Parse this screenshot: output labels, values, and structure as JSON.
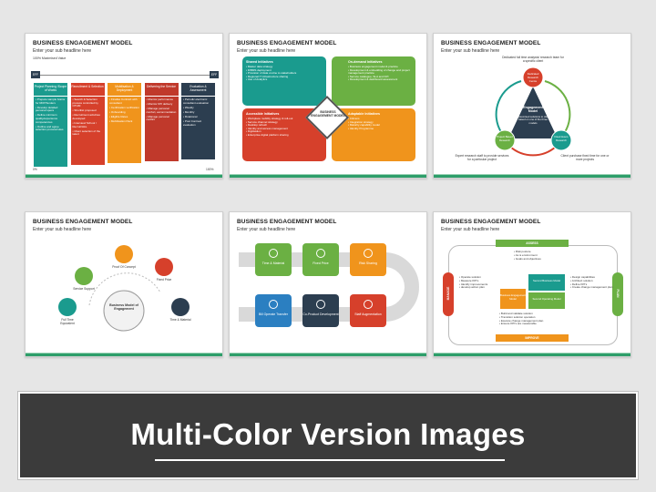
{
  "slides": [
    {
      "title": "BUSINESS ENGAGEMENT MODEL",
      "subtitle": "Enter your sub headline here",
      "max_label": "100% Maximised Value",
      "left_tag": "EFF",
      "right_tag": "EFF",
      "pct_start": "0%",
      "pct_end": "100%",
      "columns": [
        {
          "title": "Project Planning /Scope of Works",
          "color": "#1a9b8e",
          "items": [
            "Prepare sample brains for RFP/Tenders",
            "Develop detailed personal specs",
            "Define minimum quality/experience competencies",
            "Outline and agree selection process/rules"
          ]
        },
        {
          "title": "Recruitment & Selection",
          "color": "#d6402b",
          "items": [
            "Search & Selection process controlled by OTHM",
            "Shortlist proposed",
            "Recruitment activities developed",
            "Interview/ School / Recruit/Hire",
            "Client selection of the talent"
          ]
        },
        {
          "title": "Mobilisation & Deployment",
          "color": "#f0941c",
          "items": [
            "Finalise Contract with consultant",
            "Certification verification",
            "Onboarding",
            "Eligible Rates",
            "Mobilisation Pack"
          ]
        },
        {
          "title": "Delivering the Service",
          "color": "#c0392b",
          "items": [
            "Monitor performance",
            "Monitor KPI delivery",
            "Manage personal comfort, accommodation",
            "Manage personal conflict"
          ]
        },
        {
          "title": "Evaluation & Assessment",
          "color": "#2c3e50",
          "items": [
            "Periodic electronic consultant evaluation",
            "Weekly",
            "Monthly",
            "Rotational",
            "Post Contract evaluation"
          ]
        }
      ]
    },
    {
      "title": "BUSINESS ENGAGEMENT MODEL",
      "subtitle": "Enter your sub headline here",
      "center": "BUSINESS ENGAGEMENT MODEL",
      "quadrants": [
        {
          "title": "Shared Initiatives",
          "color": "#1a9b8e",
          "items": [
            "Master data strategy",
            "D/BMS deployment",
            "Provision of data on-line to stakeholders",
            "Regional IT infrastructure sharing",
            "Use of Analytics"
          ]
        },
        {
          "title": "On-demand Initiatives",
          "color": "#6bb043",
          "items": [
            "Business engagement model & practice",
            "Development & embedding of change and project management practice",
            "Service catalogue, SLA and KPI",
            "Development & dashboard assessment"
          ]
        },
        {
          "title": "Accessible Initiatives",
          "color": "#d6402b",
          "items": [
            "Workplace mobility strategy & roll-out",
            "Service channel strategy",
            "Desktop refresh",
            "Identity and access management",
            "Digitisation",
            "Enterprise digital platform sharing"
          ]
        },
        {
          "title": "Adaptable Initiatives",
          "color": "#f0941c",
          "items": [
            "Citizens",
            "Integration strategy",
            "Maturity capability model",
            "Identity Programme"
          ]
        }
      ]
    },
    {
      "title": "BUSINESS ENGAGEMENT MODEL",
      "subtitle": "Enter your sub headline here",
      "top_note": "Dedicated full time analysts/ research team for a specific client",
      "center_title": "Engagement Model",
      "center_text": "Customised solutions to client based on one of the three models",
      "nodes": [
        "Dedicated Research Centre",
        "Project Based Research",
        "Fixed Hours Research"
      ],
      "left_note": "Expert research staff to provide services for a particular project",
      "right_note": "Client purchase fixed time for one or more projects"
    },
    {
      "title": "BUSINESS ENGAGEMENT MODEL",
      "subtitle": "Enter your sub headline here",
      "center": "Business Model of Engagement",
      "nodes": [
        {
          "label": "Service Support",
          "color": "#6bb043"
        },
        {
          "label": "Proof Of Concept",
          "color": "#f0941c"
        },
        {
          "label": "Fixed Price",
          "color": "#d6402b"
        },
        {
          "label": "Full Time Equivalent",
          "color": "#1a9b8e"
        },
        {
          "label": "Time & Material",
          "color": "#2c3e50"
        }
      ]
    },
    {
      "title": "BUSINESS ENGAGEMENT MODEL",
      "subtitle": "Enter your sub headline here",
      "steps": [
        {
          "label": "Time & Material",
          "color": "#6bb043"
        },
        {
          "label": "Fixed Price",
          "color": "#6bb043"
        },
        {
          "label": "Risk Sharing",
          "color": "#f0941c"
        },
        {
          "label": "Bill Operate Transfer",
          "color": "#2b7fc1"
        },
        {
          "label": "Co-Product Development",
          "color": "#2c3e50"
        },
        {
          "label": "Staff Augmentation",
          "color": "#d6402b"
        }
      ]
    },
    {
      "title": "BUSINESS ENGAGEMENT MODEL",
      "subtitle": "Enter your sub headline here",
      "assess": "ASSESS",
      "improve": "IMPROVE",
      "manage": "MANAGE",
      "plan": "PLAN",
      "top_items": [
        "Risk posture",
        "As is environment",
        "Goals and objectives"
      ],
      "left_items": [
        "Operate solution",
        "Measure KPI's",
        "Identify improvements",
        "develop action plan"
      ],
      "right_items": [
        "Design capabilities",
        "Architect solution",
        "Define KPI's",
        "Create change management plan"
      ],
      "bottom_items": [
        "Build and validate solution",
        "Transition solution operation",
        "Execute change management plan",
        "Ensure KPI's are measurable"
      ],
      "boxes": [
        "Business Engagement Model",
        "Second Business Model",
        "Second Operating Model"
      ]
    }
  ],
  "banner": "Multi-Color Version Images"
}
